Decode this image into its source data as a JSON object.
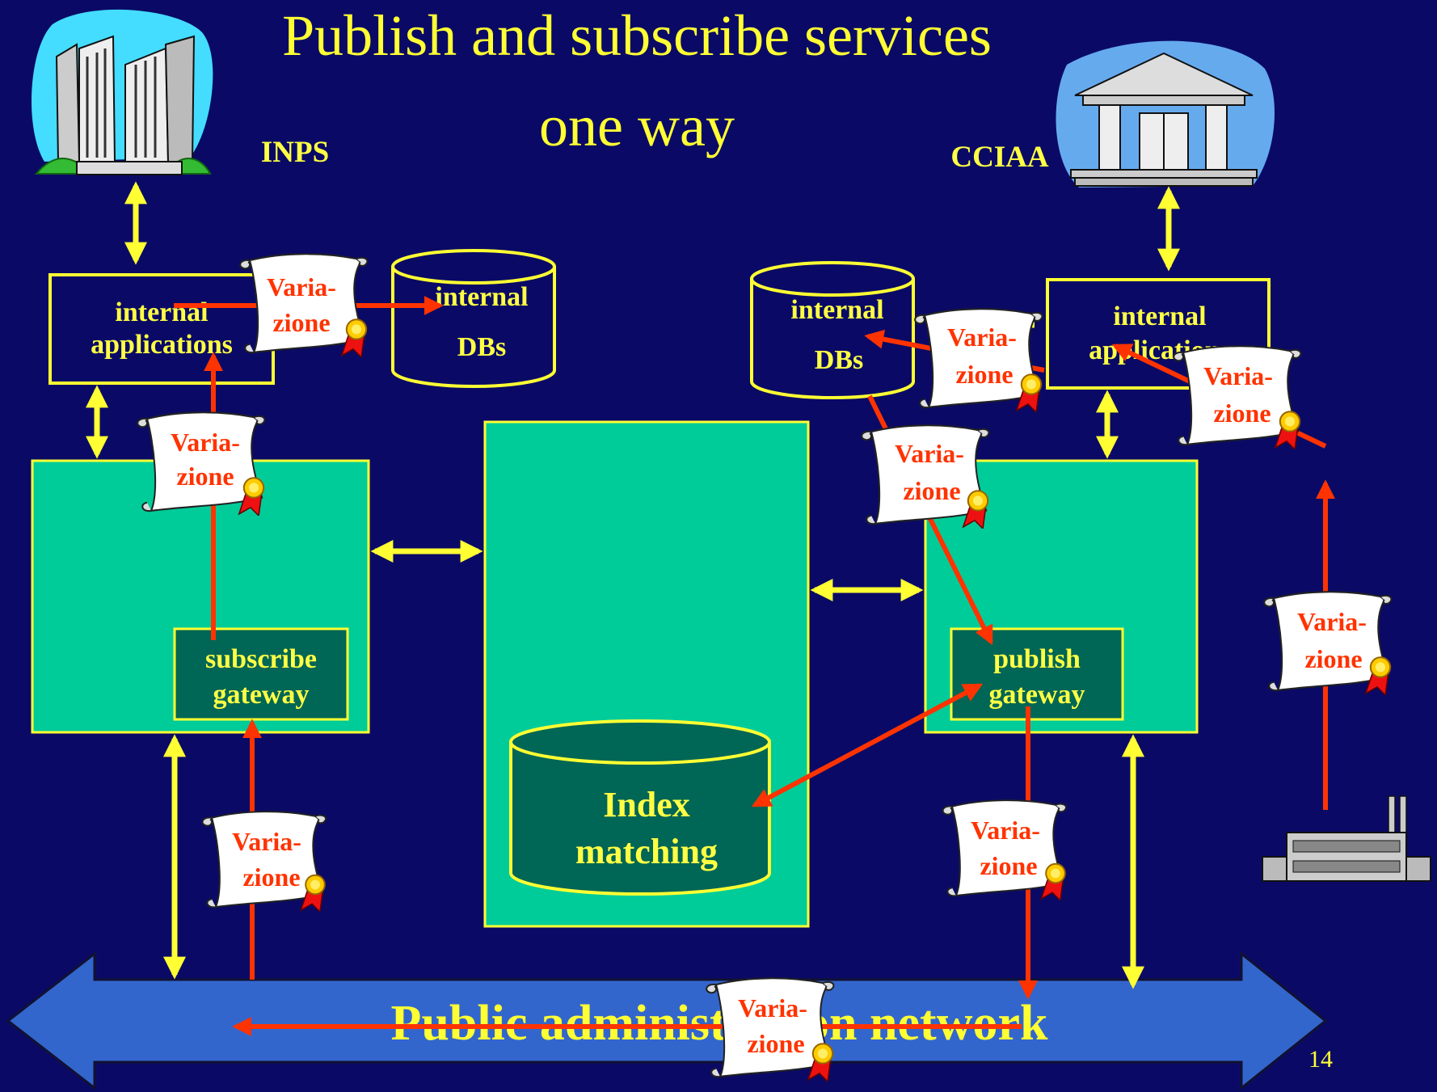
{
  "slide": {
    "title_line1": "Publish and subscribe services",
    "title_line2": "one way",
    "page_number": "14"
  },
  "left": {
    "org": "INPS",
    "apps_line1": "internal",
    "apps_line2": "applications",
    "dbs_line1": "internal",
    "dbs_line2": "DBs",
    "gateway_line1": "subscribe",
    "gateway_line2": "gateway"
  },
  "right": {
    "org": "CCIAA",
    "apps_line1": "internal",
    "apps_line2": "applications",
    "dbs_line1": "internal",
    "dbs_line2": "DBs",
    "gateway_line1": "publish",
    "gateway_line2": "gateway"
  },
  "center": {
    "index_line1": "Index",
    "index_line2": "matching"
  },
  "network": {
    "label": "Public administration network"
  },
  "message": {
    "line1": "Varia-",
    "line2": "zione"
  },
  "colors": {
    "background": "#0a0a66",
    "text_yellow": "#ffff33",
    "box_green": "#00cc99",
    "gateway_green": "#006655",
    "network_blue": "#3366cc",
    "flow_red": "#ff3300"
  },
  "icons": [
    "city-buildings-icon",
    "bank-building-icon",
    "factory-icon",
    "scroll-document-icon",
    "ribbon-seal-icon"
  ]
}
